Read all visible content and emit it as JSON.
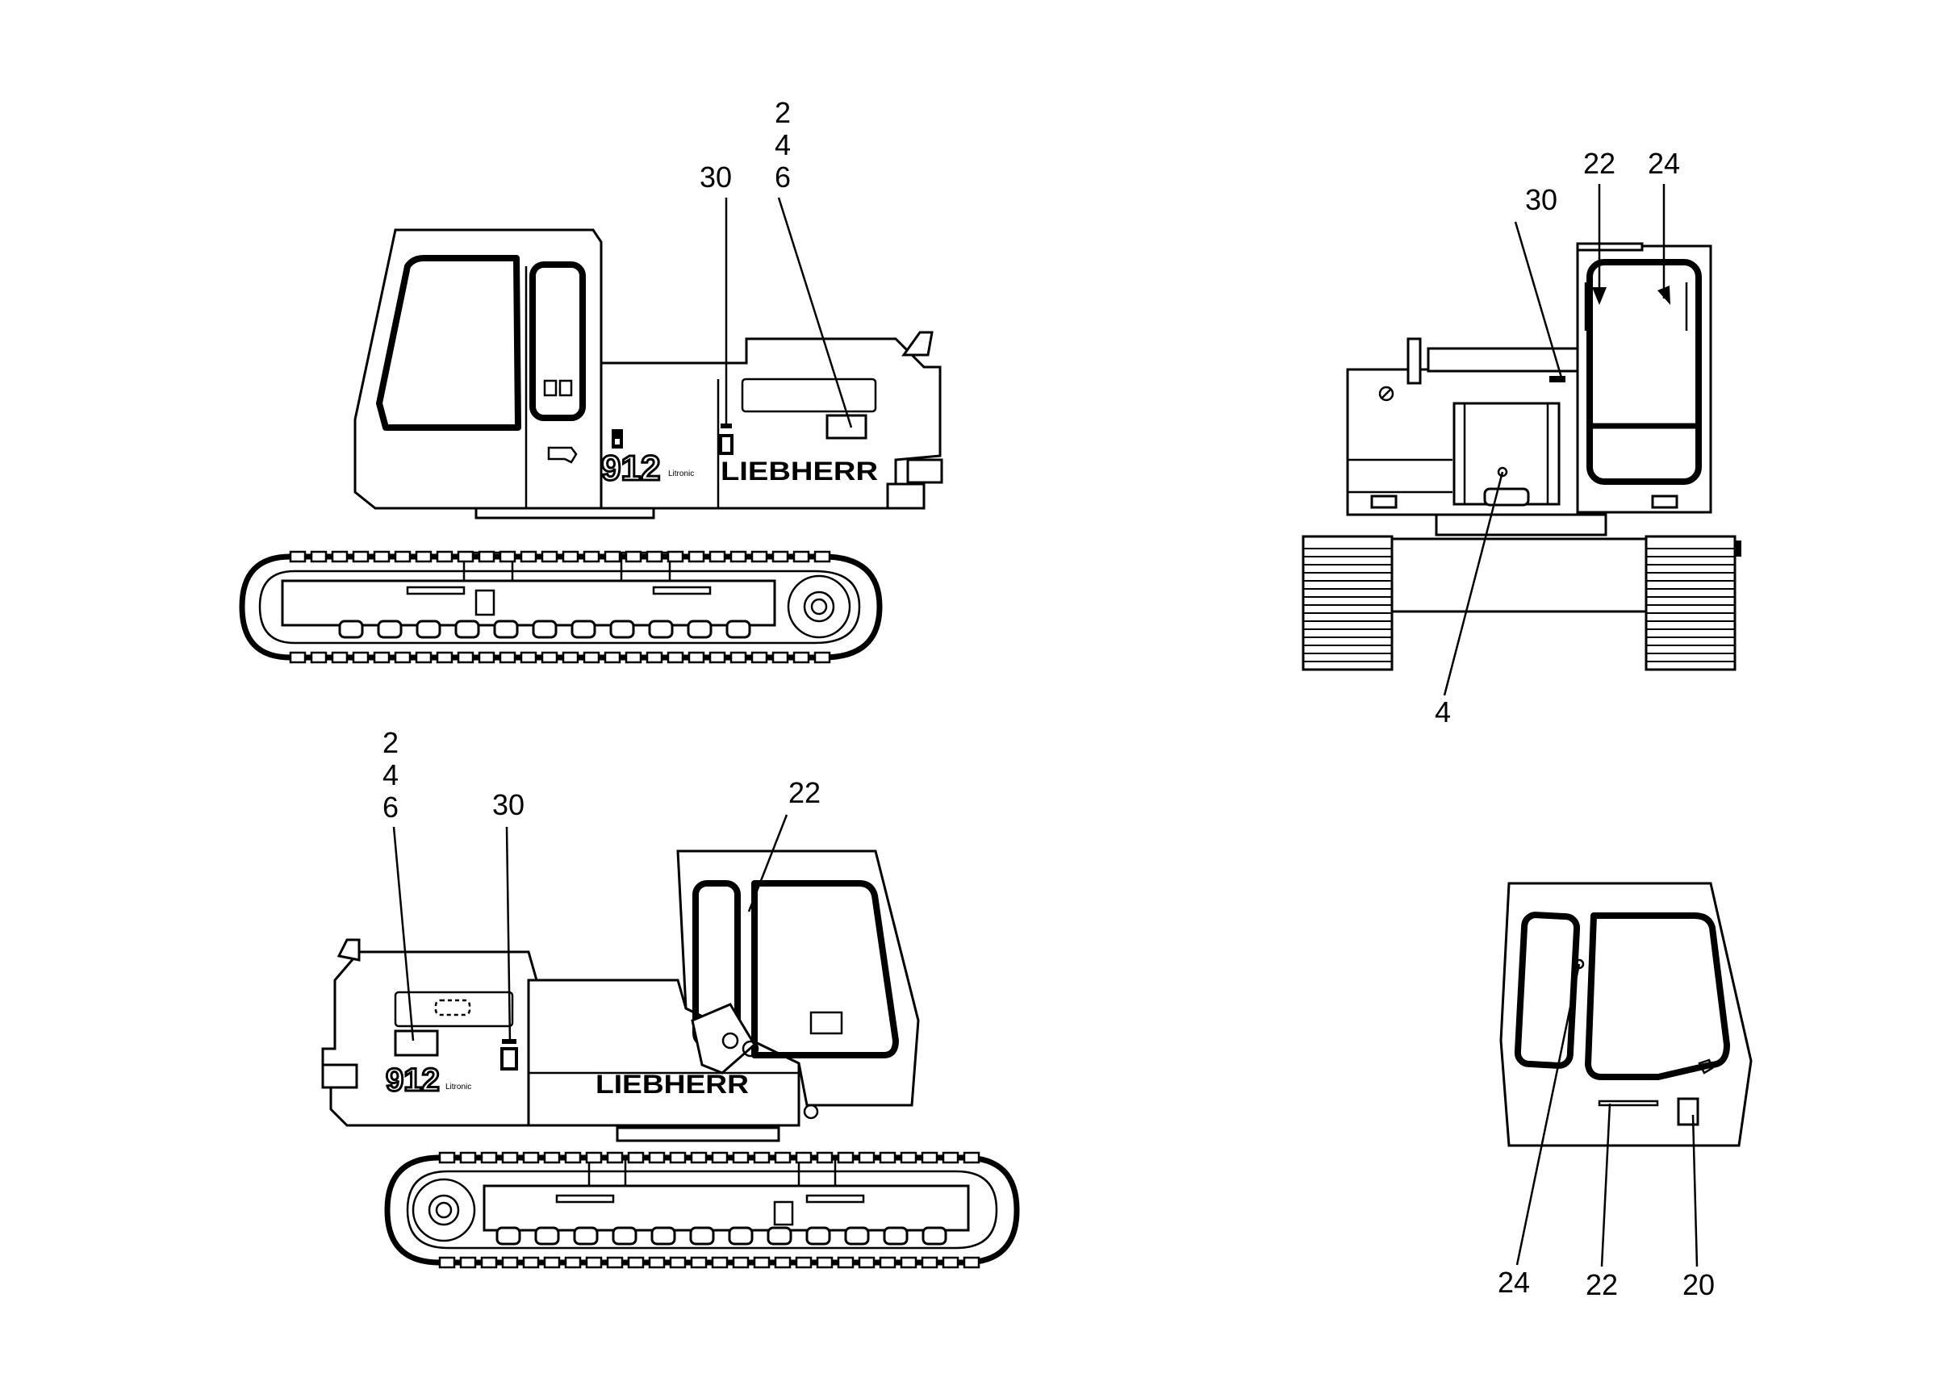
{
  "figure": {
    "brand_text": "LIEBHERR",
    "model_text": "912",
    "model_suffix": "Litronic",
    "views": {
      "left_side": {
        "labels": [
          "2",
          "4",
          "6",
          "30"
        ]
      },
      "front": {
        "labels": [
          "30",
          "22",
          "24",
          "4"
        ]
      },
      "right_side": {
        "labels": [
          "2",
          "4",
          "6",
          "30",
          "22"
        ]
      },
      "cab_detail": {
        "labels": [
          "24",
          "22",
          "20"
        ]
      }
    }
  }
}
